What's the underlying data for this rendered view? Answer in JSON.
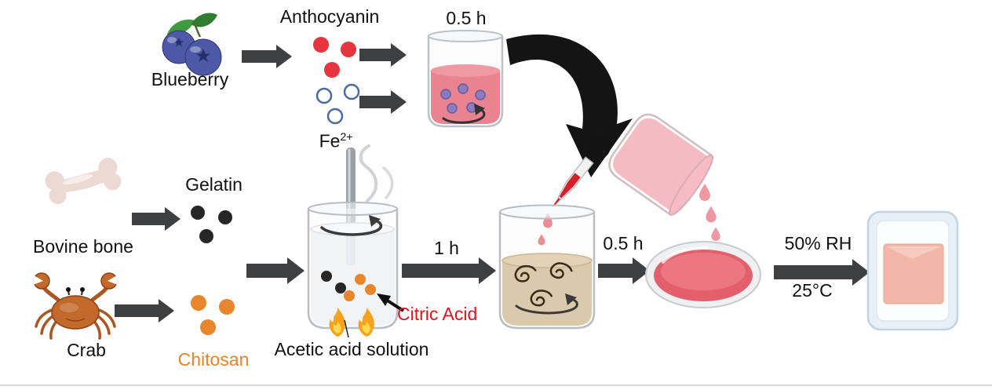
{
  "stages": {
    "blueberry": {
      "label": "Blueberry"
    },
    "anthocyanin": {
      "label": "Anthocyanin"
    },
    "extract_time": {
      "label": "0.5 h"
    },
    "iron_ion": {
      "element": "Fe",
      "charge": "2+"
    },
    "bovine_bone": {
      "label": "Bovine bone"
    },
    "gelatin": {
      "label": "Gelatin"
    },
    "crab": {
      "label": "Crab"
    },
    "chitosan": {
      "label": "Chitosan"
    },
    "citric_acid": {
      "label": "Citric Acid"
    },
    "acetic_acid": {
      "label": "Acetic acid solution"
    },
    "stir_time": {
      "label": "1 h"
    },
    "mix_time": {
      "label": "0.5 h"
    },
    "drying": {
      "humidity": "50% RH",
      "temperature": "25°C"
    }
  },
  "colors": {
    "arrow": "#3d3f41",
    "transfer_arrow": "#141414",
    "anthocyanin_dot": "#e73540",
    "iron_ring": "#4a6b9e",
    "gelatin_dot": "#262626",
    "chitosan_dot": "#e8862e",
    "chitosan_text": "#e8832a",
    "citric_text": "#e2131f",
    "pink_solution": "#e9838f",
    "tan_solution": "#dbc9ac",
    "petri_solution": "#e25f6b",
    "film": "#f3b7a7"
  },
  "icons": [
    "blueberry-icon",
    "bone-icon",
    "crab-icon",
    "beaker-icon",
    "stirrer-rod-icon",
    "flame-icon",
    "pipette-icon",
    "pouring-beaker-icon",
    "petri-dish-icon",
    "film-dish-icon"
  ]
}
